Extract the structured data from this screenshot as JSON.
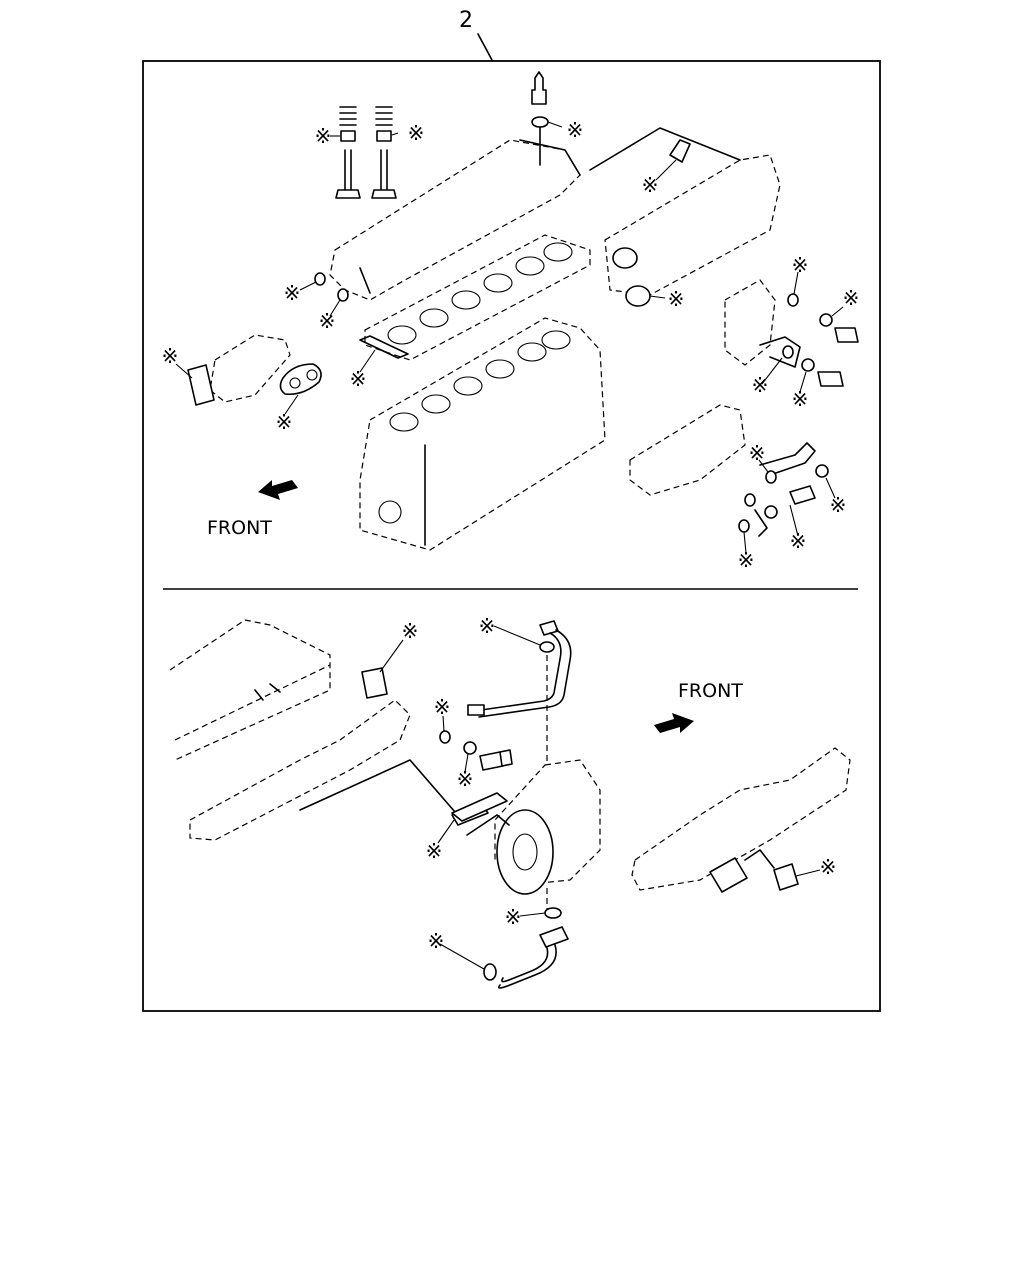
{
  "diagram": {
    "callout_number": "2",
    "front_label_top": "FRONT",
    "front_label_bottom": "FRONT",
    "note_mark": "※"
  }
}
